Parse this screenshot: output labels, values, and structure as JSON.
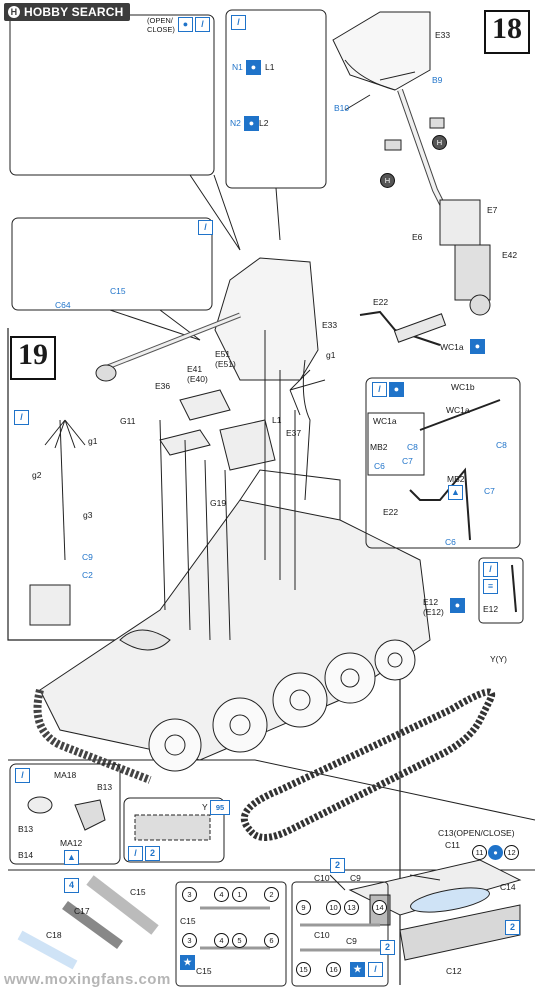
{
  "brand": {
    "logo_text": "HOBBY SEARCH"
  },
  "steps": {
    "step_18": "18",
    "step_19": "19"
  },
  "labels": {
    "open_close": "(OPEN/\nCLOSE)",
    "E33_top": "E33",
    "B9": "B9",
    "B10": "B10",
    "H1": "H",
    "H2": "H",
    "E7": "E7",
    "E6": "E6",
    "E42": "E42",
    "N1": "N1",
    "L1_top": "L1",
    "N2": "N2",
    "L2": "L2",
    "C15_top": "C15",
    "C64": "C64",
    "E33_mid": "E33",
    "E22_top": "E22",
    "WC1a_top": "WC1a",
    "g1_right": "g1",
    "E51": "E51\n(E51)",
    "E41": "E41\n(E40)",
    "E36": "E36",
    "G11": "G11",
    "L1_mid": "L1",
    "E37": "E37",
    "G19": "G19",
    "g1_left": "g1",
    "g2": "g2",
    "g3": "g3",
    "C9_left": "C9",
    "C2": "C2",
    "WC1b": "WC1b",
    "WC1a_box": "WC1a",
    "WC1a_inset": "WC1a",
    "C8a": "C8",
    "C8b": "C8",
    "MB2a": "MB2",
    "MB2b": "MB2",
    "C6a": "C6",
    "C6b": "C6",
    "C7a": "C7",
    "C7b": "C7",
    "E22_low": "E22",
    "E12": "E12\n(E12)",
    "E12_box": "E12",
    "YY": "Y(Y)",
    "MA18": "MA18",
    "B13a": "B13",
    "B13b": "B13",
    "B14": "B14",
    "MA12": "MA12",
    "Y": "Y",
    "x95": "95",
    "C13": "C13(OPEN/CLOSE)",
    "C11": "C11",
    "c11": "11",
    "c12": "12",
    "C14": "C14",
    "C10_x2": "2",
    "C10": "C10",
    "C9": "C9",
    "x4": "4",
    "C15_bl": "C15",
    "C17": "C17",
    "C18": "C18",
    "n3": "3",
    "n4": "4",
    "n1": "1",
    "n2": "2",
    "C15_mid": "C15",
    "n3b": "3",
    "n4b": "4",
    "n5": "5",
    "n6": "6",
    "C15_bot": "C15",
    "n9": "9",
    "n10": "10",
    "n13": "13",
    "n14": "14",
    "C10_b": "C10",
    "C9_b": "C9",
    "n15": "15",
    "n16": "16",
    "x2_r": "2",
    "x2_m": "2",
    "C12": "C12"
  },
  "watermark": "www.moxingfans.com"
}
